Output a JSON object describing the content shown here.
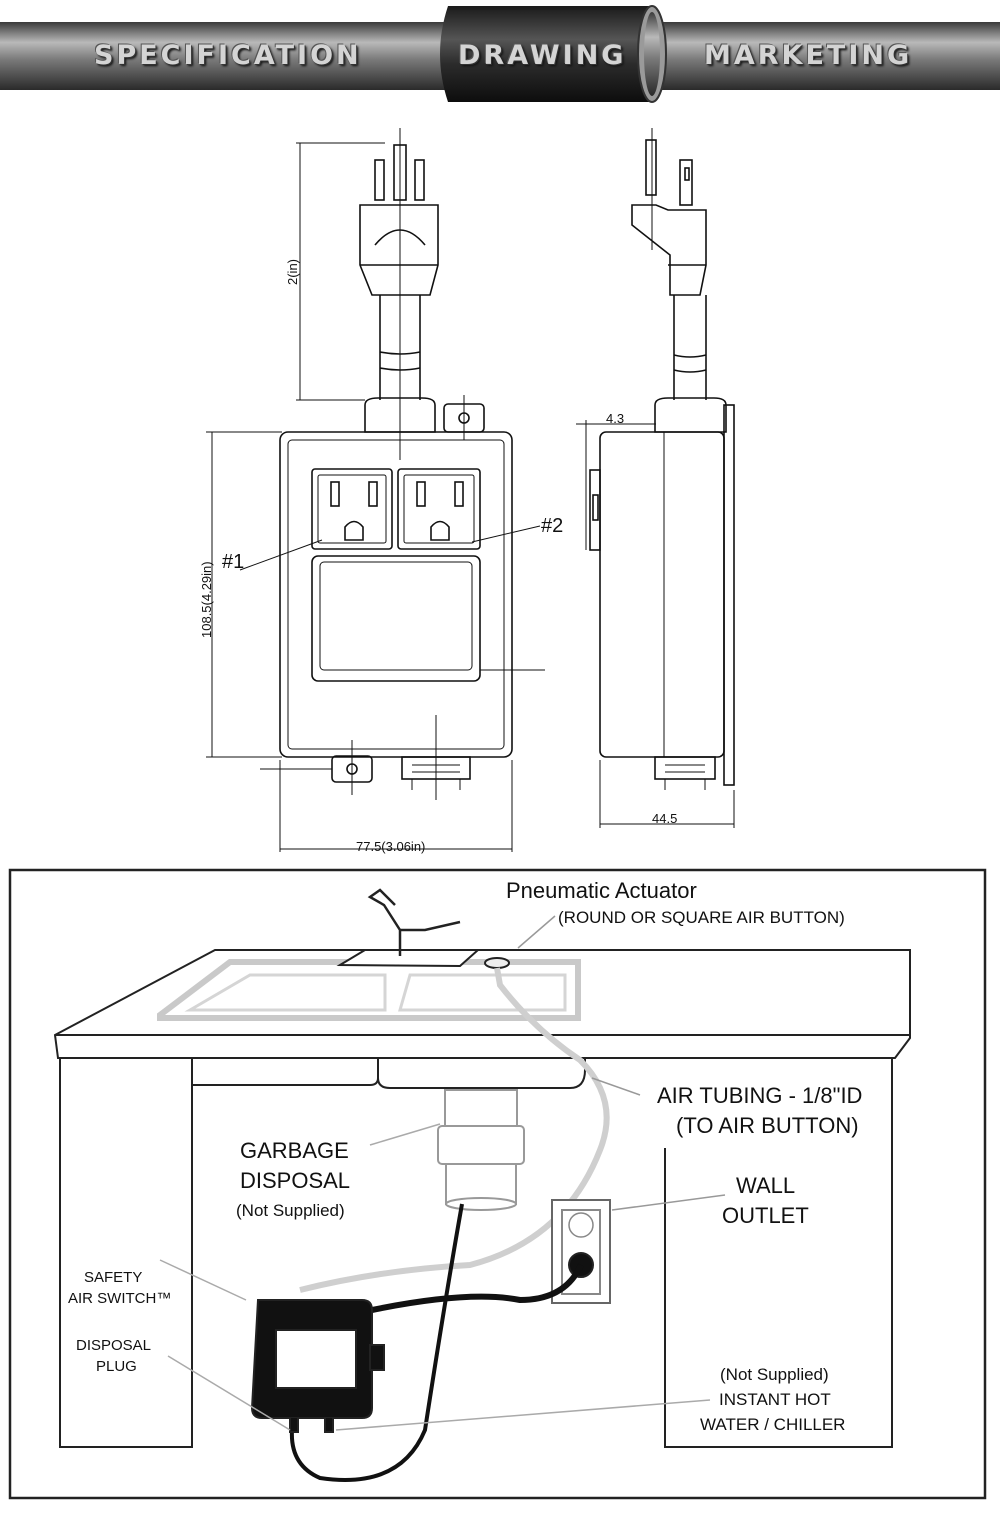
{
  "nav": {
    "tabs": [
      {
        "label": "SPECIFICATION"
      },
      {
        "label": "DRAWING"
      },
      {
        "label": "MARKETING"
      }
    ],
    "active_tab": "DRAWING"
  },
  "drawing": {
    "dim_plug_length": "2(in)",
    "dim_height": "108.5(4.29in)",
    "dim_width": "77.5(3.06in)",
    "dim_depth": "44.5",
    "dim_tab": "4.3",
    "outlet_1": "#1",
    "outlet_2": "#2"
  },
  "install": {
    "actuator_title": "Pneumatic Actuator",
    "actuator_sub": "(ROUND OR SQUARE AIR BUTTON)",
    "tubing_line1": "AIR TUBING - 1/8\"ID",
    "tubing_line2": "(TO  AIR BUTTON)",
    "disposal_line1": "GARBAGE",
    "disposal_line2": "DISPOSAL",
    "disposal_note": "(Not Supplied)",
    "wall_line1": "WALL",
    "wall_line2": "OUTLET",
    "switch_line1": "SAFETY",
    "switch_line2": "AIR SWITCH™",
    "plug_line1": "DISPOSAL",
    "plug_line2": "PLUG",
    "hot_note": "(Not Supplied)",
    "hot_line1": "INSTANT HOT",
    "hot_line2": "WATER / CHILLER"
  }
}
